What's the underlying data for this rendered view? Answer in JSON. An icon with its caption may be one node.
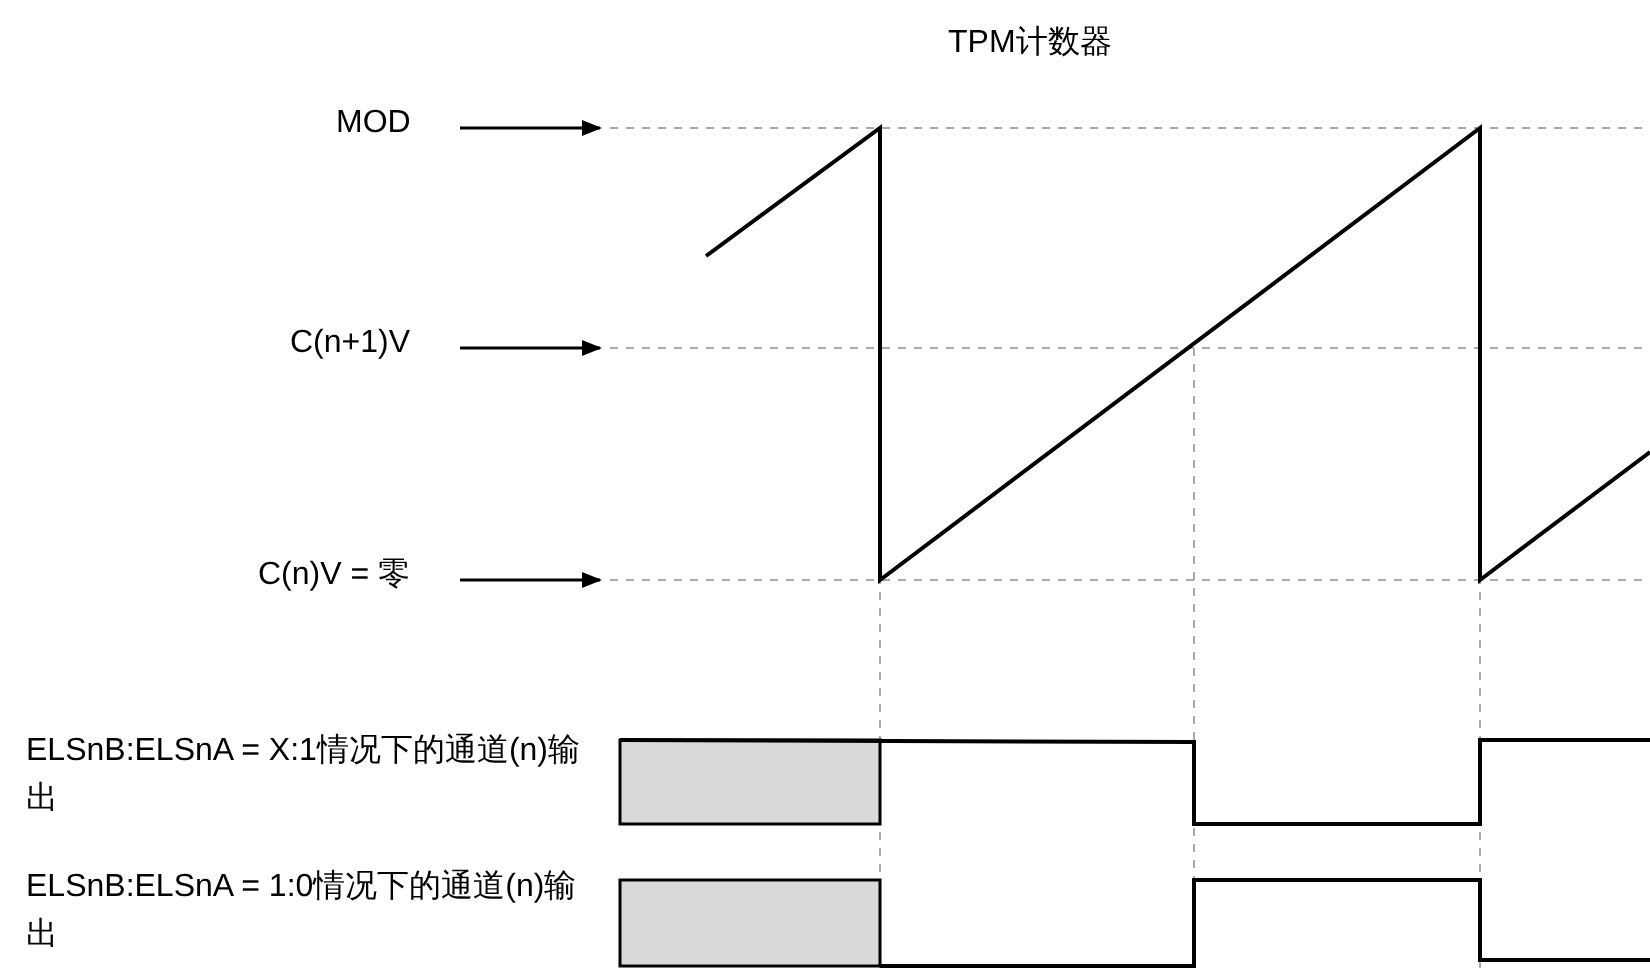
{
  "diagram": {
    "title": "TPM计数器",
    "nodes": [
      {
        "text": [
          "MOD"
        ]
      },
      {
        "text": [
          "C(n+1)V"
        ]
      },
      {
        "text": [
          "C(n)V = 零"
        ]
      }
    ],
    "edges": [
      {
        "from": 0,
        "to": null,
        "arrow": "to"
      },
      {
        "from": 1,
        "to": null,
        "arrow": "to"
      },
      {
        "from": 2,
        "to": null,
        "arrow": "to"
      }
    ],
    "labels": [
      "ELSnB:ELSnA = X:1情况下的通道(n)输出",
      "ELSnB:ELSnA = 1:0情况下的通道(n)输出"
    ]
  }
}
